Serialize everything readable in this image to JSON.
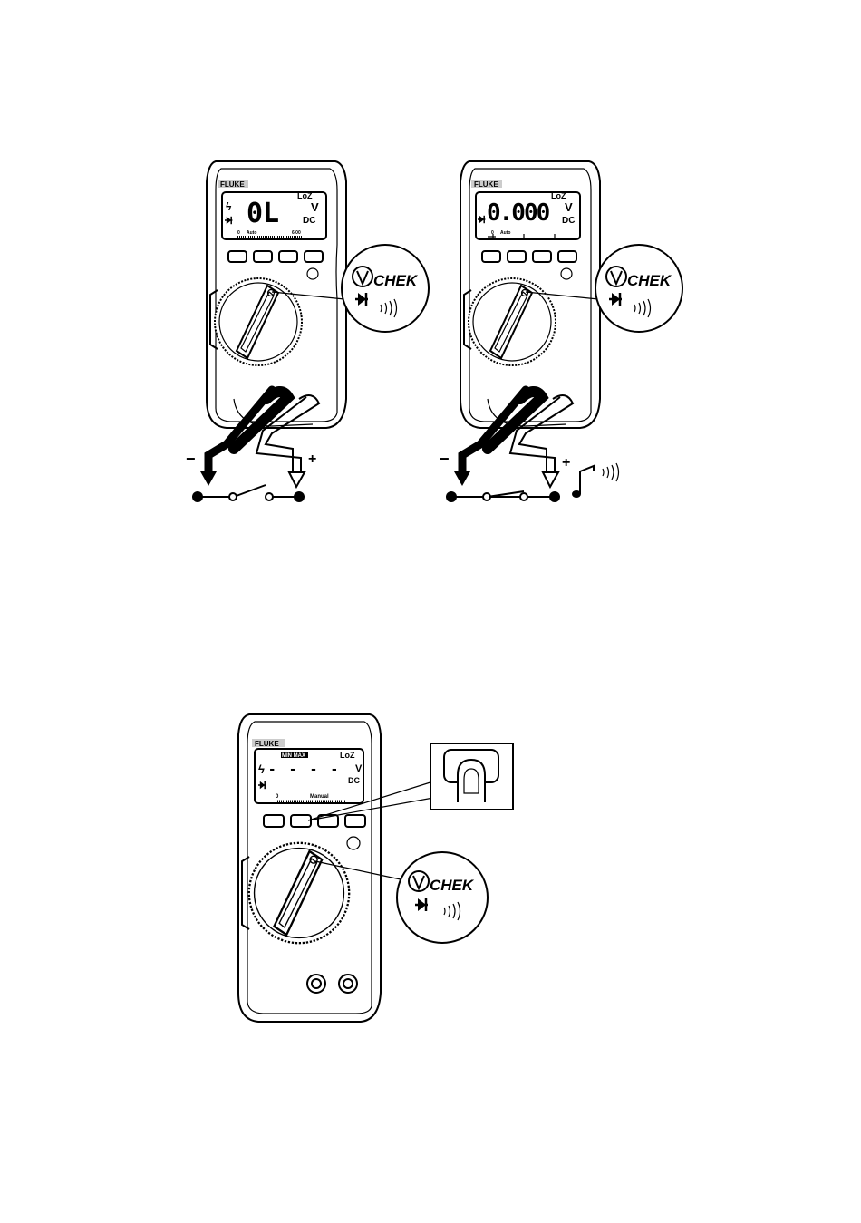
{
  "brand": "FLUKE",
  "callout": {
    "vchek_label": "CHEK",
    "vchek_v": "V"
  },
  "meter_open": {
    "reading": "0L",
    "loz": "LoZ",
    "unit": "V",
    "mode": "DC",
    "scale_start": "0",
    "range_mode": "Auto",
    "scale_end": "6 00",
    "polarity_minus": "−",
    "polarity_plus": "+"
  },
  "meter_closed": {
    "reading": "0.000",
    "loz": "LoZ",
    "unit": "V",
    "mode": "DC",
    "scale_start": "0",
    "range_mode": "Auto",
    "polarity_minus": "−",
    "polarity_plus": "+"
  },
  "meter_minmax": {
    "badge": "MIN MAX",
    "reading": "- - - -",
    "loz": "LoZ",
    "unit": "V",
    "mode": "DC",
    "scale_start": "0",
    "range_mode": "Manual"
  }
}
